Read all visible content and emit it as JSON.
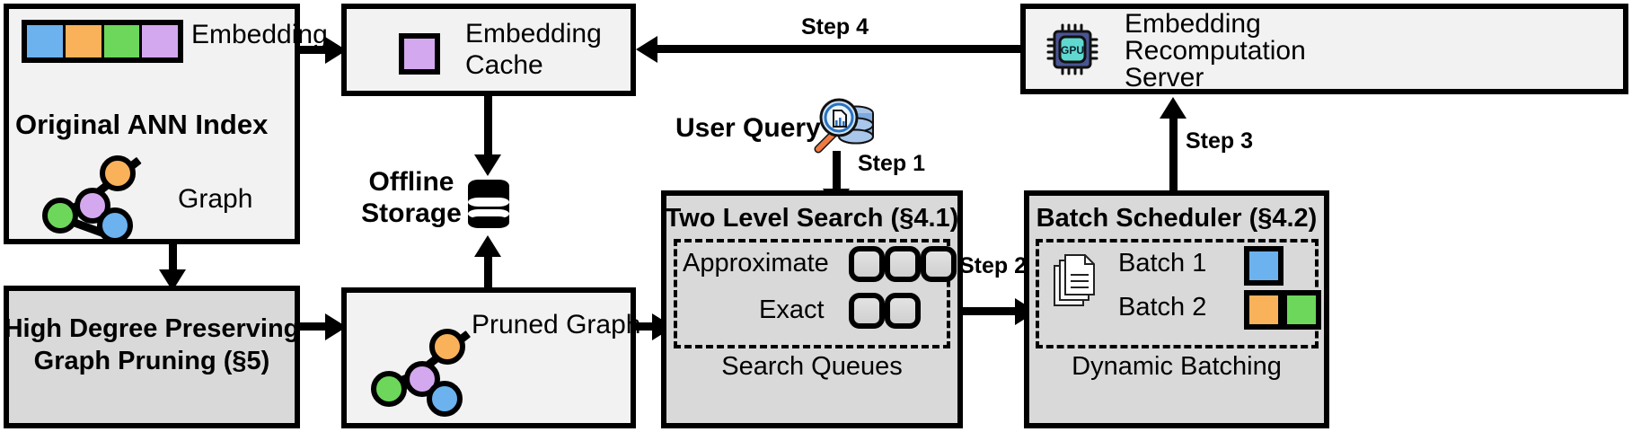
{
  "diagram": {
    "title": "ANN index serving system architecture",
    "colors": {
      "blue": "#6bb2ef",
      "orange": "#f9b15a",
      "green": "#6cd75a",
      "purple": "#d4a8ef",
      "box_light": "#f2f2f2",
      "box_grey": "#d9d9d9",
      "gpu_body": "#4a5596",
      "gpu_core": "#5fd9d0",
      "stroke": "#000000"
    }
  },
  "original_index": {
    "title": "Original ANN Index",
    "embedding_label": "Embedding",
    "graph_label": "Graph",
    "embedding_cells": [
      "blue",
      "orange",
      "green",
      "purple"
    ],
    "nodes": [
      {
        "id": "orange",
        "color": "#f9b15a"
      },
      {
        "id": "purple",
        "color": "#d4a8ef"
      },
      {
        "id": "green",
        "color": "#6cd75a"
      },
      {
        "id": "blue",
        "color": "#6bb2ef"
      }
    ],
    "edges": [
      "purple-orange",
      "green-purple",
      "purple-blue",
      "green-blue"
    ]
  },
  "pruning": {
    "line1": "High Degree Preserving",
    "line2": "Graph Pruning (§5)"
  },
  "embedding_cache": {
    "line1": "Embedding",
    "line2": "Cache",
    "swatch_color": "#d4a8ef"
  },
  "offline_storage": {
    "line1": "Offline",
    "line2": "Storage",
    "icon": "database-cylinder-icon"
  },
  "pruned_graph": {
    "label": "Pruned Graph",
    "nodes": [
      {
        "id": "orange",
        "color": "#f9b15a"
      },
      {
        "id": "purple",
        "color": "#d4a8ef"
      },
      {
        "id": "green",
        "color": "#6cd75a"
      },
      {
        "id": "blue",
        "color": "#6bb2ef"
      }
    ],
    "edges": [
      "purple-orange",
      "green-purple",
      "purple-blue"
    ]
  },
  "user_query": {
    "label": "User Query",
    "icon": "search-document-database-icon"
  },
  "two_level_search": {
    "title": "Two Level Search (§4.1)",
    "rows": [
      {
        "label": "Approximate",
        "slots": 3
      },
      {
        "label": "Exact",
        "slots": 2
      }
    ],
    "caption": "Search Queues"
  },
  "batch_scheduler": {
    "title": "Batch Scheduler (§4.2)",
    "icon": "documents-stack-icon",
    "batches": [
      {
        "label": "Batch 1",
        "chips": [
          "#6bb2ef"
        ]
      },
      {
        "label": "Batch 2",
        "chips": [
          "#f9b15a",
          "#6cd75a"
        ]
      }
    ],
    "caption": "Dynamic Batching"
  },
  "recomputation_server": {
    "line1": "Embedding",
    "line2": "Recomputation",
    "line3": "Server",
    "icon": "gpu-chip-icon",
    "icon_text": "GPU"
  },
  "steps": {
    "step1": "Step 1",
    "step2": "Step 2",
    "step3": "Step 3",
    "step4": "Step 4"
  }
}
